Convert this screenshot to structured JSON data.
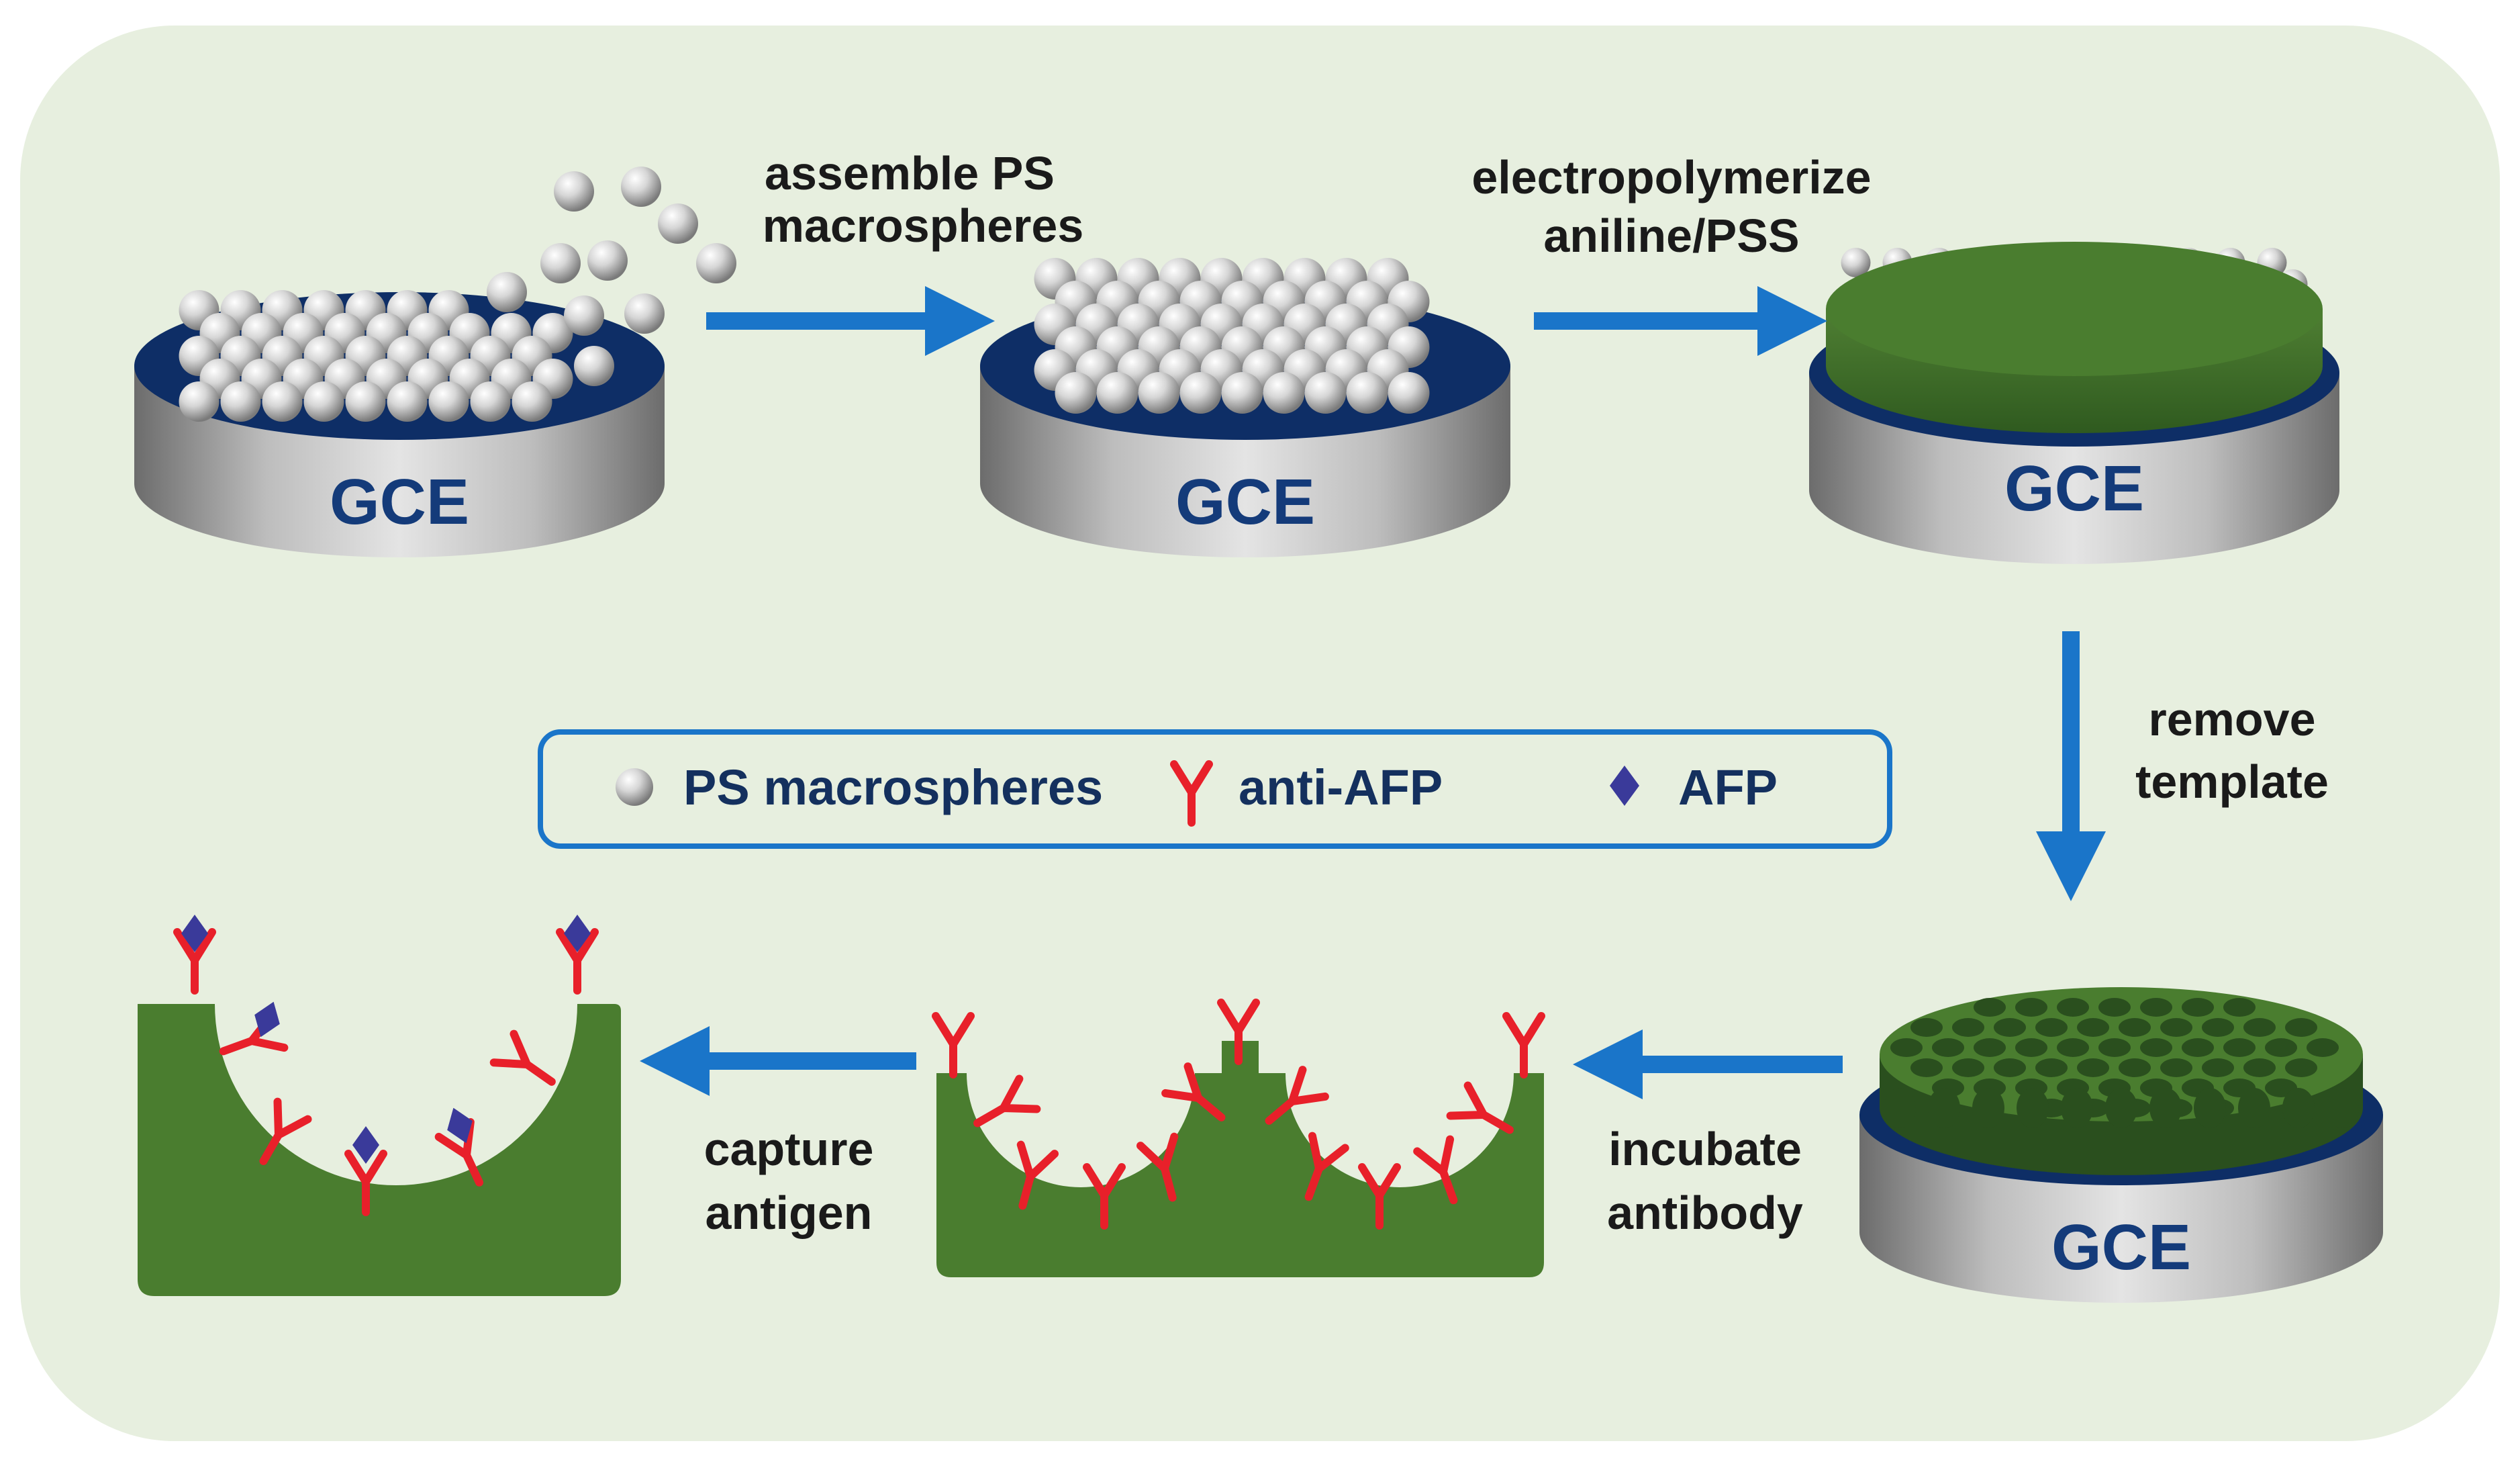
{
  "steps": {
    "assemble": [
      "assemble PS",
      "macrospheres"
    ],
    "electropolymerize": [
      "electropolymerize",
      "aniline/PSS"
    ],
    "remove": [
      "remove",
      "template"
    ],
    "incubate": [
      "incubate",
      "antibody"
    ],
    "capture": [
      "capture",
      "antigen"
    ]
  },
  "electrode_label": "GCE",
  "legend": {
    "ps": "PS macrospheres",
    "antibody": "anti-AFP",
    "antigen": "AFP"
  },
  "colors": {
    "background": "#e7efdf",
    "arrow": "#1a75c9",
    "electrode_top": "#0e2e66",
    "electrode_label": "#143b7a",
    "polymer": "#4a7d2f",
    "polymer_dark": "#2a4f1e",
    "antibody": "#e8202a",
    "antigen": "#3a3a9a",
    "legend_border": "#1a75c9"
  }
}
